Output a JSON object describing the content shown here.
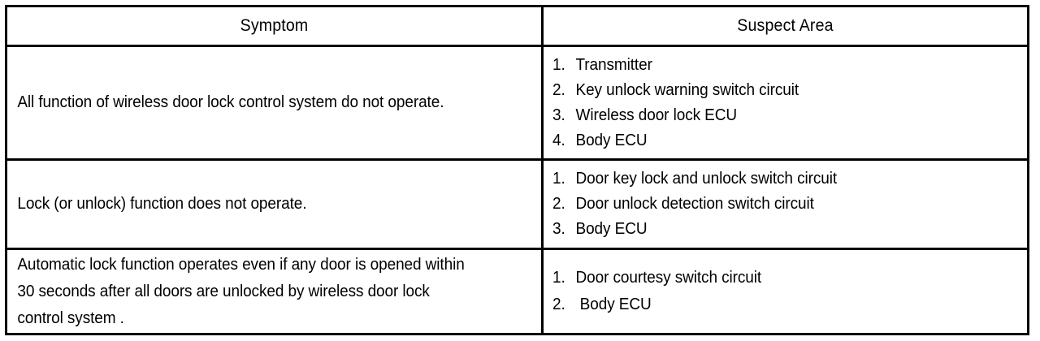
{
  "document": {
    "type": "troubleshooting-table",
    "ink_color": "#000000",
    "paper_color": "#ffffff"
  },
  "table": {
    "columns": [
      {
        "key": "symptom",
        "header": "Symptom"
      },
      {
        "key": "suspect_area",
        "header": "Suspect Area"
      }
    ],
    "rows": [
      {
        "symptom": "All function of wireless door lock control system do not operate.",
        "suspect_area": [
          {
            "number": "1.",
            "label": "Transmitter"
          },
          {
            "number": "2.",
            "label": "Key unlock warning switch circuit"
          },
          {
            "number": "3.",
            "label": "Wireless door lock ECU"
          },
          {
            "number": "4.",
            "label": "Body ECU"
          }
        ]
      },
      {
        "symptom": "Lock (or unlock) function does not operate.",
        "suspect_area": [
          {
            "number": "1.",
            "label": "Door key lock and unlock switch circuit"
          },
          {
            "number": "2.",
            "label": "Door unlock detection switch circuit"
          },
          {
            "number": "3.",
            "label": "Body ECU"
          }
        ]
      },
      {
        "symptom": "Automatic lock function operates even if any door is opened within\n30 seconds after all doors are unlocked by wireless door lock\ncontrol system .",
        "suspect_area": [
          {
            "number": "1.",
            "label": "Door courtesy switch circuit"
          },
          {
            "number": "2.",
            "label": " Body ECU"
          }
        ]
      }
    ]
  }
}
